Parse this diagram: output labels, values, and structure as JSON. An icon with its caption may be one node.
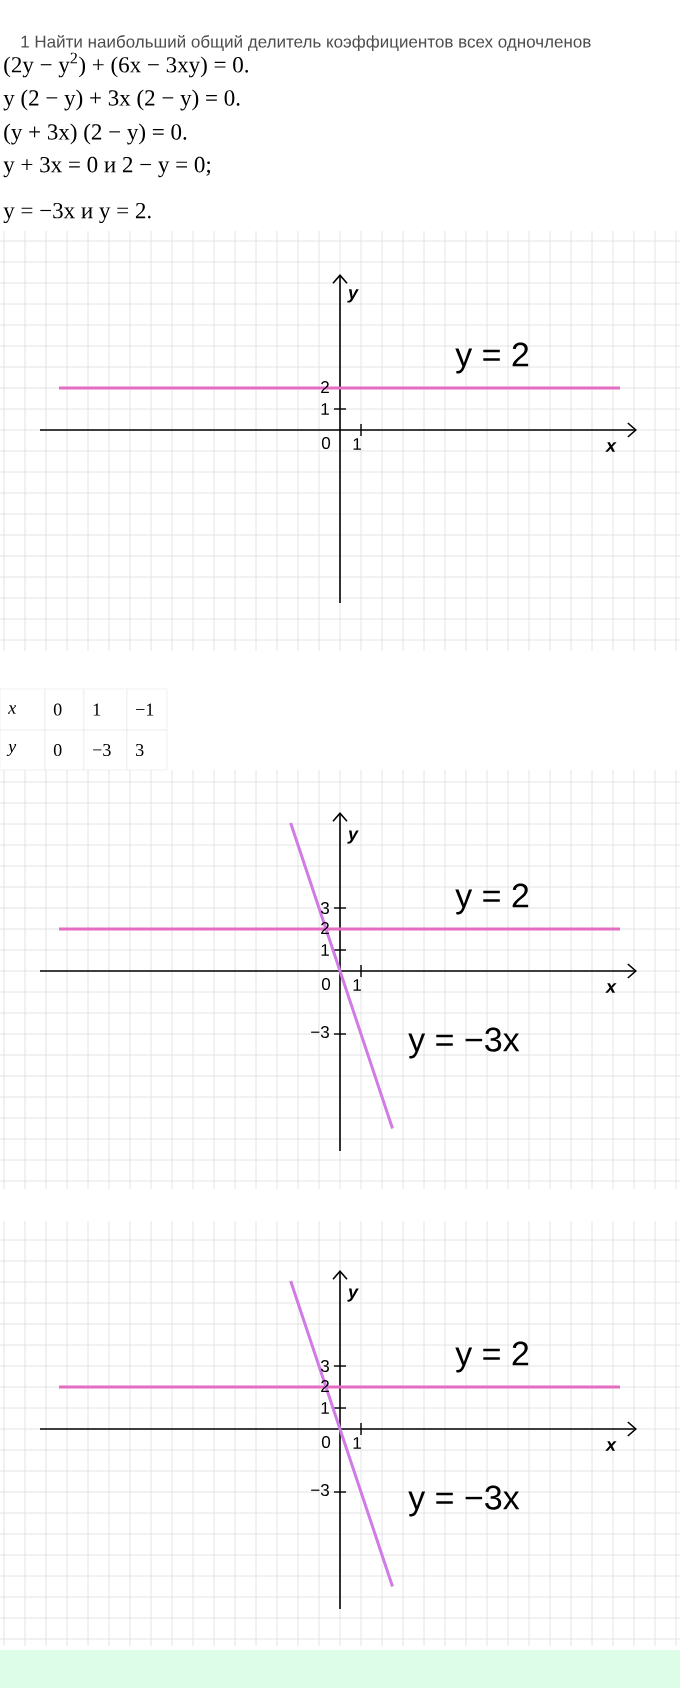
{
  "diagram": {
    "labels": [
      "1 Найти наибольший общий делитель коэффициентов всех одночленов",
      "(2y − y$^{2}$) + (6x − 3xy) = 0.",
      "y (2 − y) + 3x (2 − y) = 0.",
      "(y + 3x) (2 − y) = 0.",
      "y + 3x = 0 и 2 − y = 0;",
      "y = −3x и y = 2.",
      "y",
      "y = 2",
      "2",
      "1",
      "0",
      "1",
      "x",
      "x",
      "0",
      "1",
      "−1",
      "y",
      "0",
      "−3",
      "3",
      "y",
      "y = 2",
      "3",
      "2",
      "1",
      "0",
      "1",
      "x",
      "−3",
      "y = −3x",
      "y",
      "y = 2",
      "3",
      "2",
      "1",
      "0",
      "1",
      "x",
      "−3",
      "y = −3x"
    ]
  }
}
